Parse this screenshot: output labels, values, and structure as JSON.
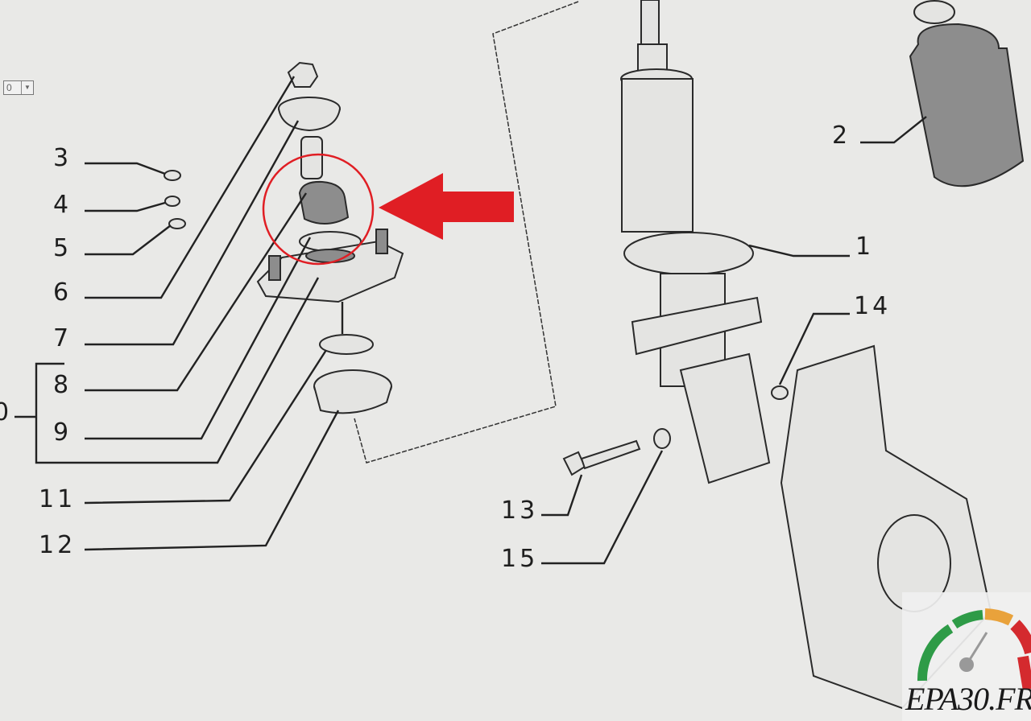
{
  "viewer": {
    "dropdown_value": "0"
  },
  "callouts": {
    "left": [
      "3",
      "4",
      "5",
      "6",
      "7",
      "8",
      "9",
      "11",
      "12"
    ],
    "group": "0",
    "right": [
      "1",
      "2",
      "13",
      "14",
      "15"
    ]
  },
  "highlight": {
    "color": "#e01e24"
  },
  "logo": {
    "text": "EPA30.FR",
    "colors": [
      "#2e9b47",
      "#e9a23b",
      "#d42a2e"
    ]
  }
}
